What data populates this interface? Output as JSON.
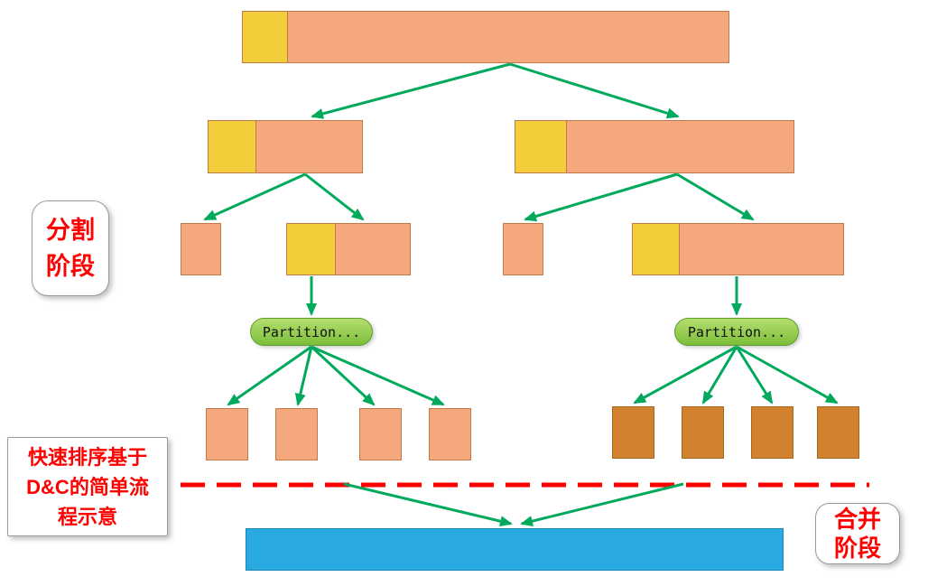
{
  "labels": {
    "split_phase_line1": "分割",
    "split_phase_line2": "阶段",
    "merge_phase_line1": "合并",
    "merge_phase_line2": "阶段",
    "caption_line1": "快速排序基于",
    "caption_line2": "D&C的简单流",
    "caption_line3": "程示意",
    "partition_left": "Partition...",
    "partition_right": "Partition..."
  },
  "colors": {
    "array_fill": "#F5A87B",
    "pivot_fill": "#F3CE3B",
    "sorted_fill": "#D2822E",
    "merged_fill": "#29ABE2",
    "partition_fill": "#8CC63F",
    "arrow": "#00A95C",
    "divider": "#FB0000",
    "label_text": "#FE0000"
  }
}
